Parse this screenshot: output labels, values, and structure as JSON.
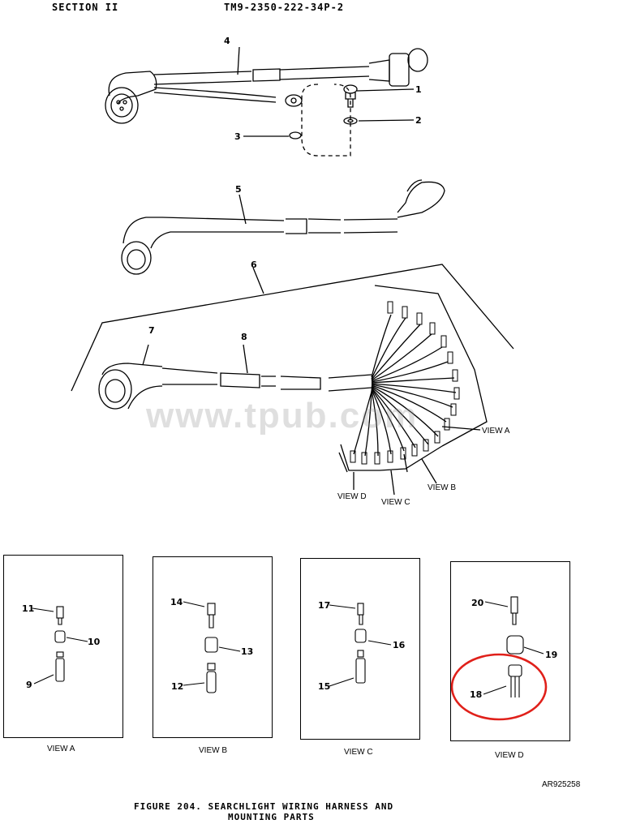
{
  "header": {
    "section": "SECTION II",
    "doc_number": "TM9-2350-222-34P-2"
  },
  "callouts_top": [
    "1",
    "2",
    "3",
    "4",
    "5",
    "6",
    "7",
    "8"
  ],
  "view_refs": {
    "a": "VIEW A",
    "b": "VIEW B",
    "c": "VIEW C",
    "d": "VIEW D"
  },
  "views": [
    {
      "label": "VIEW A",
      "callouts": [
        "11",
        "10",
        "9"
      ]
    },
    {
      "label": "VIEW B",
      "callouts": [
        "14",
        "13",
        "12"
      ]
    },
    {
      "label": "VIEW C",
      "callouts": [
        "17",
        "16",
        "15"
      ]
    },
    {
      "label": "VIEW D",
      "callouts": [
        "20",
        "19",
        "18"
      ]
    }
  ],
  "figure": {
    "caption_line1": "FIGURE 204.  SEARCHLIGHT WIRING HARNESS AND",
    "caption_line2": "MOUNTING PARTS",
    "art_number": "AR925258"
  },
  "watermark": "www.tpub.com",
  "highlight_color": "#e0201a"
}
